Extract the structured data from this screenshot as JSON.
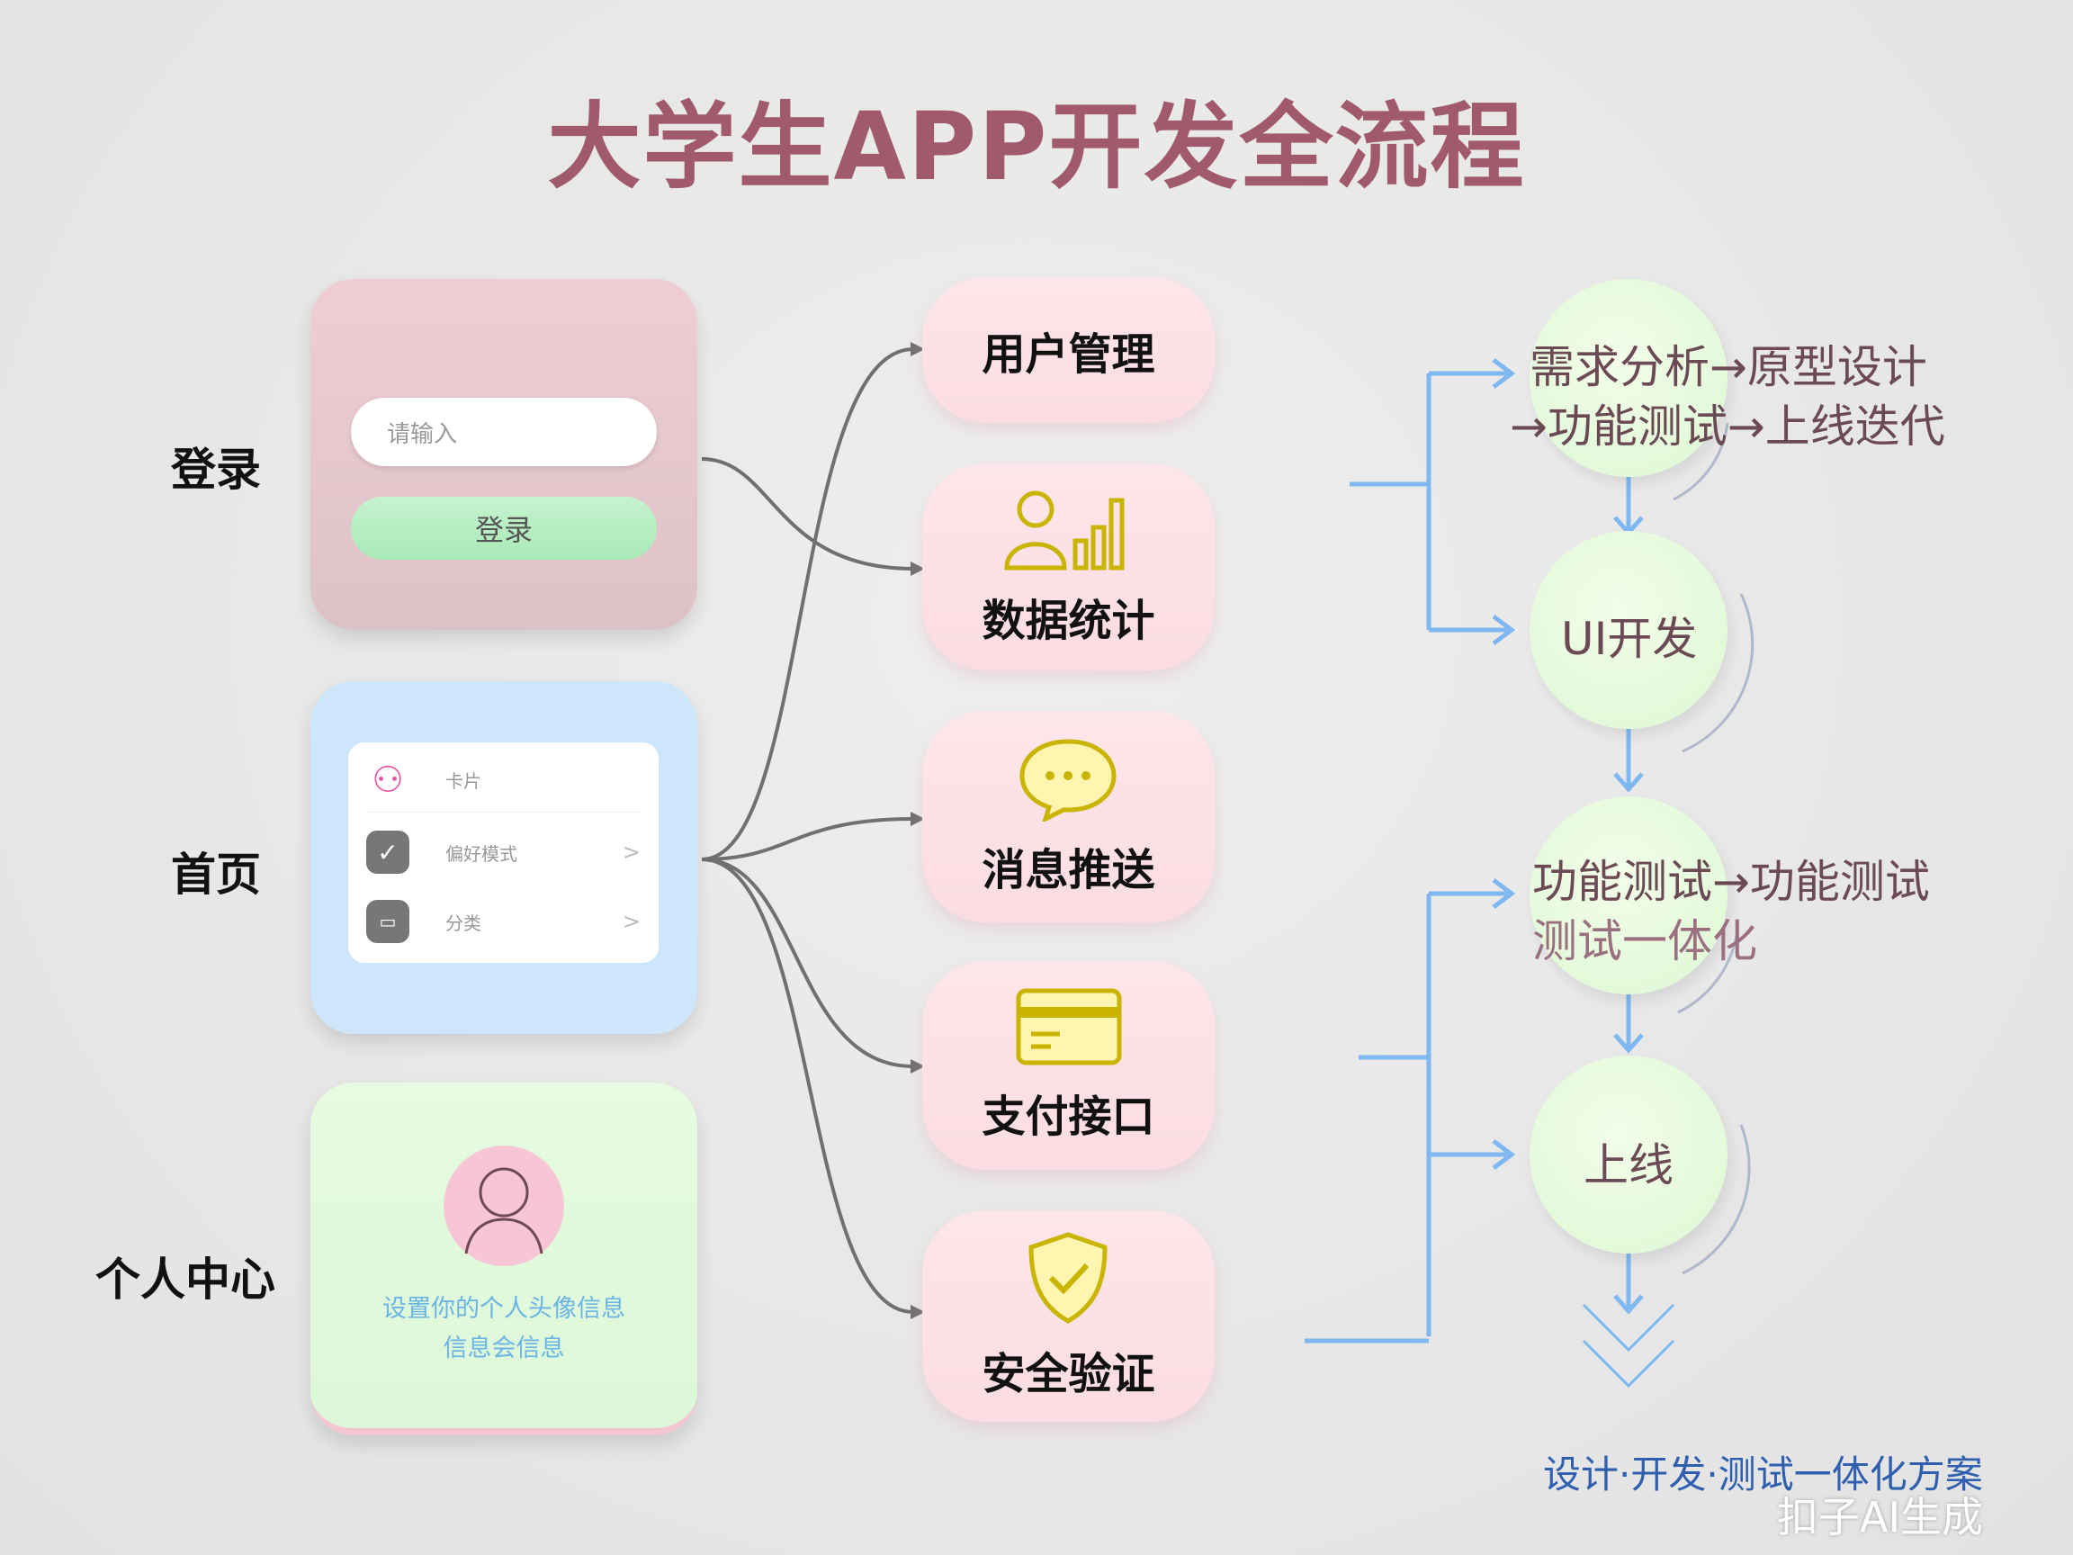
{
  "title": "大学生APP开发全流程",
  "left_labels": [
    "登录",
    "首页",
    "个人中心"
  ],
  "login_card": {
    "input_placeholder": "请输入",
    "button_label": "登录"
  },
  "home_card": {
    "rows": [
      {
        "label": "卡片",
        "icon": "user-icon"
      },
      {
        "label": "偏好模式",
        "icon": "checkbox-icon",
        "chevron": ">"
      },
      {
        "label": "分类",
        "icon": "card-icon",
        "chevron": ">"
      }
    ]
  },
  "profile_card": {
    "text_line1": "设置你的个人头像信息",
    "text_line2": "信息会信息"
  },
  "features": [
    "用户管理",
    "数据统计",
    "消息推送",
    "支付接口",
    "安全验证"
  ],
  "process": {
    "step1_line1": "需求分析→原型设计",
    "step1_line2": "→功能测试→上线迭代",
    "step2": "UI开发",
    "step3_line1": "功能测试→功能测试",
    "step3_line2": "测试一体化",
    "step4": "上线"
  },
  "footer": "设计·开发·测试一体化方案",
  "watermark": "扣子AI生成",
  "colors": {
    "title": "#a05a6c",
    "arrow_blue": "#7fb8f0",
    "connector_gray": "#707070",
    "icon_yellow": "#c9b400"
  }
}
